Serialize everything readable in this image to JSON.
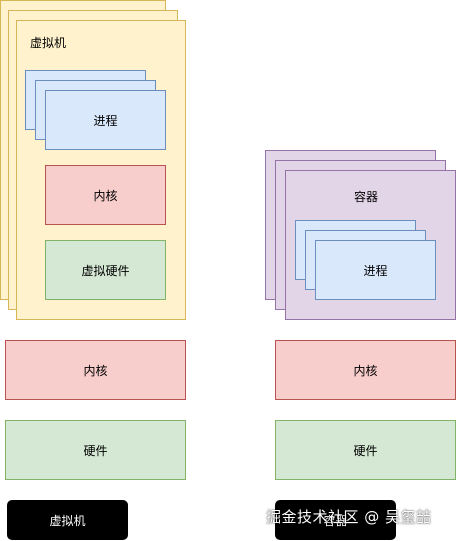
{
  "vm_side": {
    "vm_label": "虚拟机",
    "process": "进程",
    "kernel_inner": "内核",
    "virtual_hardware": "虚拟硬件",
    "kernel": "内核",
    "hardware": "硬件",
    "caption": "虚拟机"
  },
  "container_side": {
    "container_label": "容器",
    "process": "进程",
    "kernel": "内核",
    "hardware": "硬件",
    "caption": "容器"
  },
  "watermark": "掘金技术社区 @ 吴玺喆",
  "colors": {
    "vm_fill": "#fff2cc",
    "container_fill": "#e1d5e7",
    "process_fill": "#dae8fc",
    "kernel_fill": "#f8cecc",
    "hardware_fill": "#d5e8d4"
  }
}
